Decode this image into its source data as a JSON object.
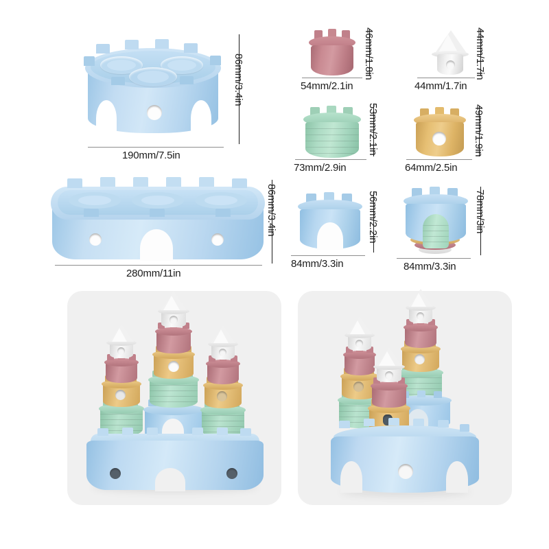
{
  "page": {
    "background_color": "#ffffff",
    "title": "Stacking castle bath toy - dimensions and assembled views"
  },
  "palette": {
    "blue": "#b3d4ee",
    "blue_dark": "#8fbcdd",
    "blue_light": "#cde4f5",
    "pink": "#c3838c",
    "pink_dark": "#a96b74",
    "pink_light": "#d49aa2",
    "green": "#a8d9c0",
    "green_dark": "#8cc4a8",
    "green_light": "#c0e6d2",
    "yellow": "#e2b96a",
    "yellow_dark": "#caa055",
    "yellow_light": "#eecd8c",
    "white": "#f3f3f3",
    "white_dark": "#dcdcdc",
    "line": "#8d8d8d",
    "text": "#1b1b1b",
    "panel_bg": "#f0f0f0"
  },
  "parts": [
    {
      "id": "round-base",
      "name": "round-castle-base",
      "color_key": "blue",
      "width_label": "190mm/7.5in",
      "height_label": "86mm/3.4in"
    },
    {
      "id": "oval-base",
      "name": "oval-castle-base",
      "color_key": "blue",
      "width_label": "280mm/11in",
      "height_label": "86mm/3.4in"
    },
    {
      "id": "pink-tower",
      "name": "pink-turret-cup",
      "color_key": "pink",
      "width_label": "54mm/2.1in",
      "height_label": "46mm/1.8in"
    },
    {
      "id": "white-roof",
      "name": "white-cone-roof-cup",
      "color_key": "white",
      "width_label": "44mm/1.7in",
      "height_label": "44mm/1.7in"
    },
    {
      "id": "green-tower",
      "name": "green-ribbed-cup",
      "color_key": "green",
      "width_label": "73mm/2.9in",
      "height_label": "53mm/2.1in"
    },
    {
      "id": "yellow-tower",
      "name": "yellow-window-cup",
      "color_key": "yellow",
      "width_label": "64mm/2.5in",
      "height_label": "49mm/1.9in"
    },
    {
      "id": "blue-gate",
      "name": "blue-gate-arch-cup",
      "color_key": "blue",
      "width_label": "84mm/3.3in",
      "height_label": "56mm/2.2in"
    },
    {
      "id": "nested-stack",
      "name": "nested-cups-stack",
      "color_key": "blue",
      "width_label": "84mm/3.3in",
      "height_label": "78mm/3in"
    }
  ],
  "photos": [
    {
      "id": "photo-left",
      "name": "assembled-castle-on-oval-base",
      "caption": ""
    },
    {
      "id": "photo-right",
      "name": "assembled-castle-on-round-base",
      "caption": ""
    }
  ]
}
